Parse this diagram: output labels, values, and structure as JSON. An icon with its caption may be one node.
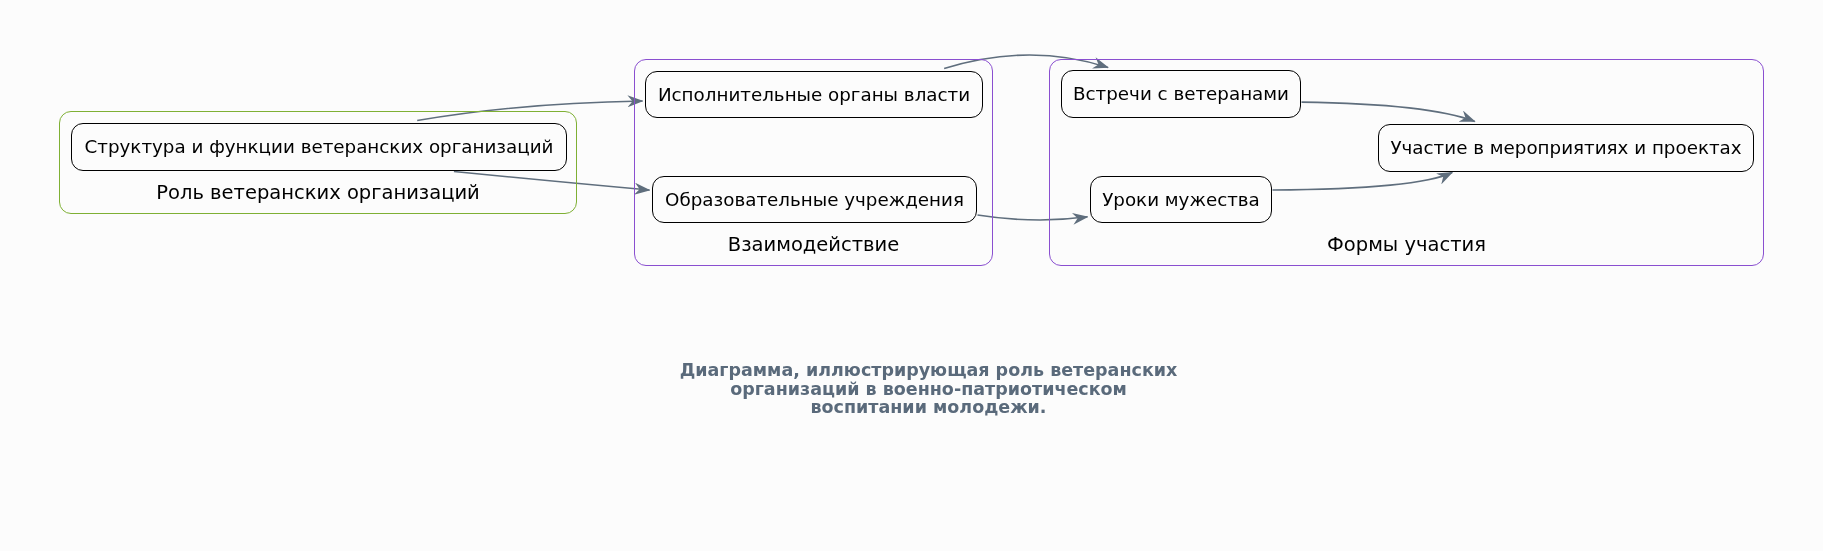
{
  "diagram": {
    "caption": "Диаграмма, иллюстрирующая роль ветеранских организаций в военно-патриотическом воспитании молодежи.",
    "nodes": [
      {
        "text": [
          "Роль ветеранских организаций"
        ]
      },
      {
        "text": [
          "Структура и функции ветеранских организаций"
        ],
        "in": 0
      },
      {
        "text": [
          "Взаимодействие"
        ]
      },
      {
        "text": [
          "Исполнительные органы власти"
        ],
        "in": 2
      },
      {
        "text": [
          "Образовательные учреждения"
        ],
        "in": 2
      },
      {
        "text": [
          "Формы участия"
        ]
      },
      {
        "text": [
          "Встречи с ветеранами"
        ],
        "in": 5
      },
      {
        "text": [
          "Участие в мероприятиях и проектах"
        ],
        "in": 5
      },
      {
        "text": [
          "Уроки мужества"
        ],
        "in": 5
      }
    ],
    "edges": [
      {
        "from": 1,
        "to": 3,
        "arrow": "to"
      },
      {
        "from": 1,
        "to": 4,
        "arrow": "to"
      },
      {
        "from": 3,
        "to": 6,
        "arrow": "to"
      },
      {
        "from": 4,
        "to": 8,
        "arrow": "to"
      },
      {
        "from": 6,
        "to": 7,
        "arrow": "to"
      },
      {
        "from": 8,
        "to": 7,
        "arrow": "to"
      }
    ]
  }
}
